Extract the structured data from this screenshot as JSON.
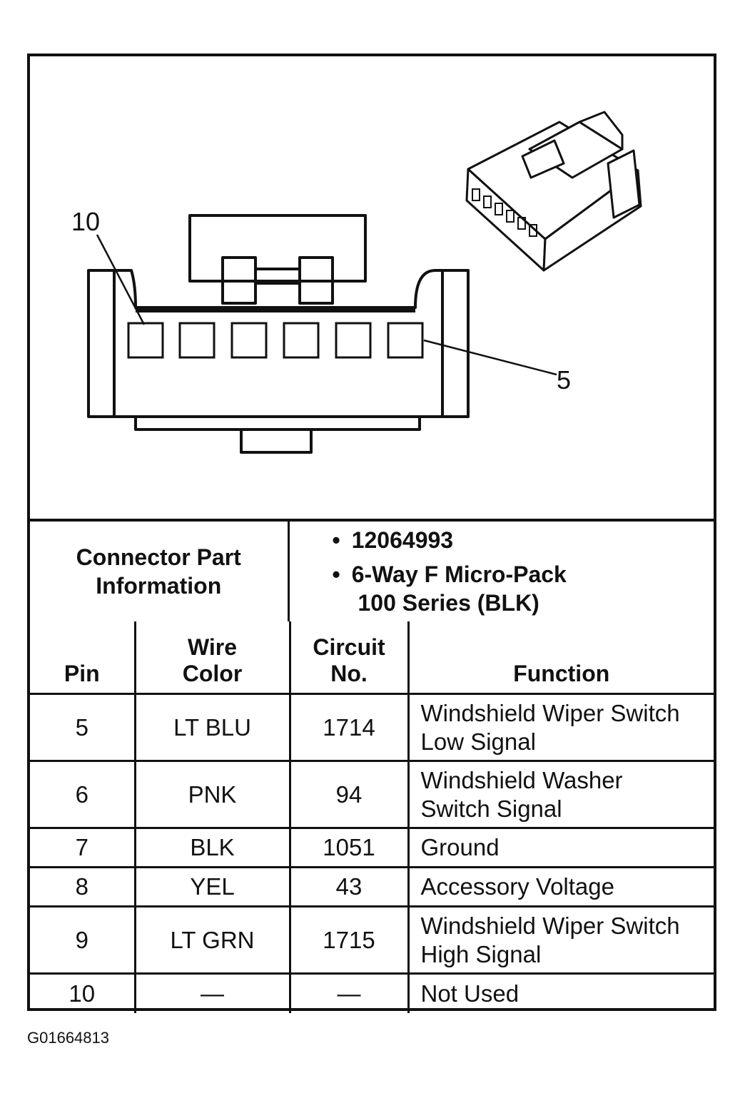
{
  "diagram": {
    "pin_label_left": "10",
    "pin_label_right": "5"
  },
  "connector_info": {
    "label": "Connector Part Information",
    "part_number": "12064993",
    "description_line1": "6-Way F Micro-Pack",
    "description_line2": "100 Series (BLK)"
  },
  "table": {
    "headers": {
      "pin": "Pin",
      "wire_color_line1": "Wire",
      "wire_color_line2": "Color",
      "circuit_line1": "Circuit",
      "circuit_line2": "No.",
      "function": "Function"
    },
    "rows": [
      {
        "pin": "5",
        "color": "LT BLU",
        "circuit": "1714",
        "function_line1": "Windshield Wiper Switch",
        "function_line2": "Low Signal"
      },
      {
        "pin": "6",
        "color": "PNK",
        "circuit": "94",
        "function_line1": "Windshield Washer",
        "function_line2": "Switch Signal"
      },
      {
        "pin": "7",
        "color": "BLK",
        "circuit": "1051",
        "function_line1": "Ground",
        "function_line2": ""
      },
      {
        "pin": "8",
        "color": "YEL",
        "circuit": "43",
        "function_line1": "Accessory Voltage",
        "function_line2": ""
      },
      {
        "pin": "9",
        "color": "LT GRN",
        "circuit": "1715",
        "function_line1": "Windshield Wiper Switch",
        "function_line2": "High Signal"
      },
      {
        "pin": "10",
        "color": "—",
        "circuit": "—",
        "function_line1": "Not Used",
        "function_line2": ""
      }
    ]
  },
  "footer_code": "G01664813"
}
